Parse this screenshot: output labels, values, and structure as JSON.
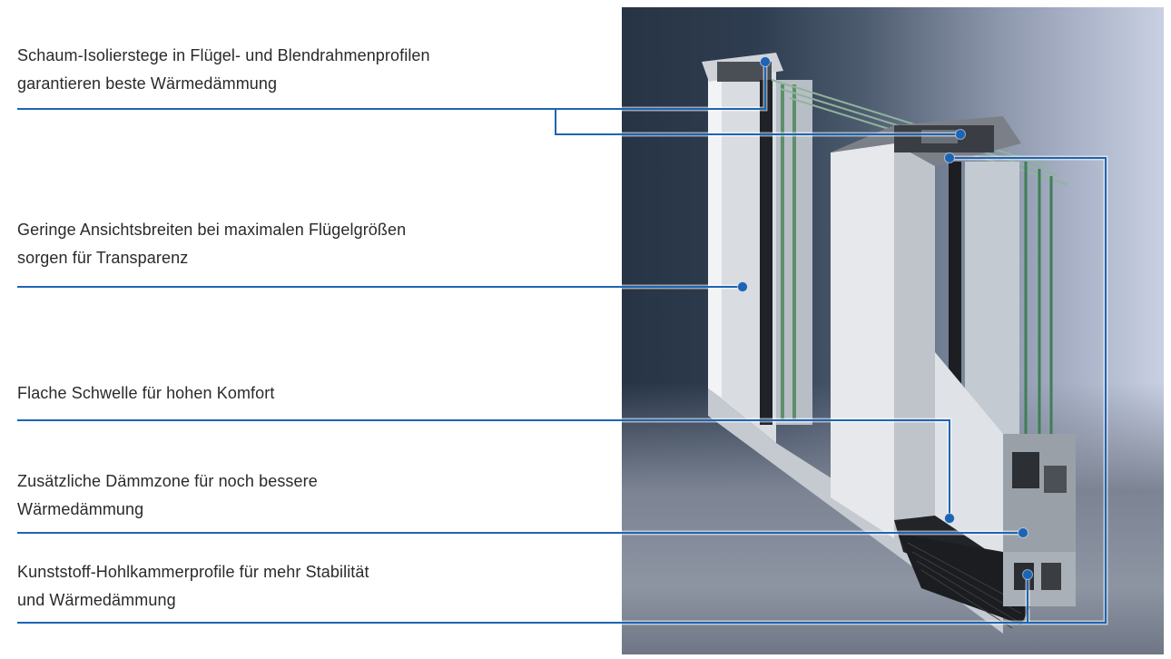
{
  "callouts": [
    {
      "lines": [
        "Schaum-Isolierstege in Flügel- und Blendrahmenprofilen",
        "garantieren beste Wärmedämmung"
      ]
    },
    {
      "lines": [
        "Geringe Ansichtsbreiten bei maximalen Flügelgrößen",
        "sorgen für Transparenz"
      ]
    },
    {
      "lines": [
        "Flache Schwelle für hohen Komfort"
      ]
    },
    {
      "lines": [
        "Zusätzliche Dämmzone für noch bessere",
        "Wärmedämmung"
      ]
    },
    {
      "lines": [
        "Kunststoff-Hohlkammerprofile für mehr Stabilität",
        "und Wärmedämmung"
      ]
    }
  ],
  "colors": {
    "accent_line": "#1e64b4",
    "text": "#2a2a2a",
    "background": "#ffffff"
  },
  "image": {
    "subject": "sliding-window-profile-cross-section"
  }
}
